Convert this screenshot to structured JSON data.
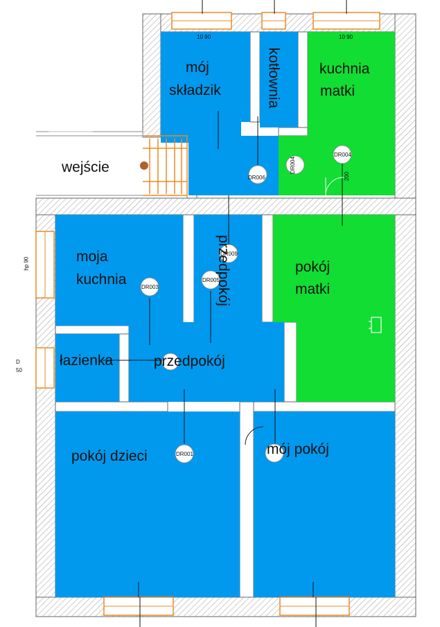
{
  "colors": {
    "owner_rooms": "#0099ee",
    "mother_rooms": "#11dd33",
    "wall_hatch": "#999999",
    "wall_fill": "#ffffff",
    "window": "#ee8822",
    "door_marker": "#ffffff"
  },
  "rooms": {
    "moj_skladzik": {
      "line1": "mój",
      "line2": "składzik"
    },
    "kotlownia": {
      "label": "kotłownia"
    },
    "kuchnia_matki": {
      "line1": "kuchnia",
      "line2": "matki"
    },
    "wejscie": {
      "label": "wejście"
    },
    "moja_kuchnia": {
      "line1": "moja",
      "line2": "kuchnia"
    },
    "przedpokoj_vertical": {
      "label": "przedpokój"
    },
    "pokoj_matki": {
      "line1": "pokój",
      "line2": "matki"
    },
    "lazienka": {
      "label": "łazienka"
    },
    "przedpokoj": {
      "label": "przedpokój"
    },
    "pokoj_dzieci": {
      "label": "pokój dzieci"
    },
    "moj_pokoj": {
      "label": "mój pokój"
    }
  },
  "door_tags": {
    "dr001": "DR001",
    "dr003": "DR003",
    "dr004a": "DR004",
    "dr004b": "DR004",
    "dr005": "DR005",
    "dr006": "DR006",
    "dr009": "DR009"
  },
  "small_marks": {
    "hp90": "hp 90",
    "dim_top1": "10 90",
    "dim_top2": "10 90",
    "dim_200": "200",
    "dim_left_d": "D",
    "dim_left_50": "50"
  }
}
